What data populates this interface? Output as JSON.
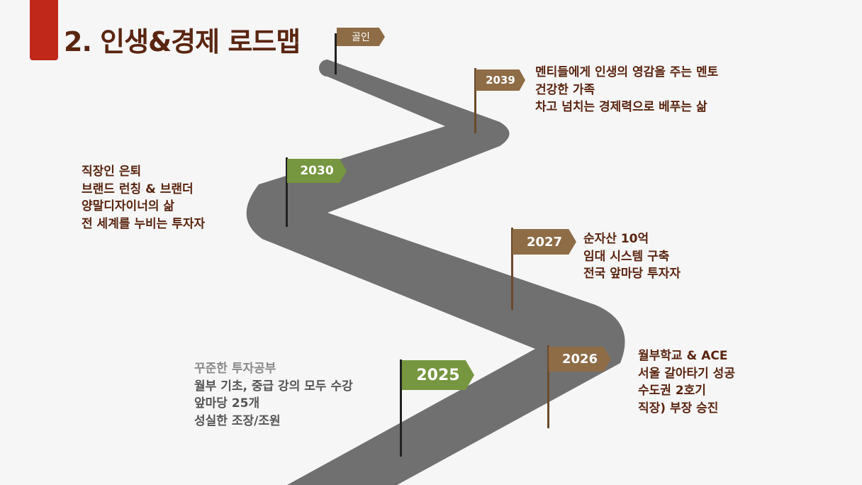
{
  "title": "2. 인생&경제 로드맵",
  "milestones": {
    "goal": {
      "label": "골인"
    },
    "y2039": {
      "label": "2039",
      "lines": [
        "멘티들에게 인생의 영감을 주는 멘토",
        "건강한 가족",
        "차고 넘치는 경제력으로 베푸는 삶"
      ]
    },
    "y2030": {
      "label": "2030",
      "lines": [
        "직장인 은퇴",
        "브랜드 런칭 & 브랜더",
        "양말디자이너의 삶",
        "전 세계를 누비는 투자자"
      ]
    },
    "y2027": {
      "label": "2027",
      "lines": [
        "순자산 10억",
        "임대 시스템 구축",
        "전국 앞마당 투자자"
      ]
    },
    "y2026": {
      "label": "2026",
      "lines": [
        "월부학교 & ACE",
        "서울 갈아타기 성공",
        "수도권 2호기",
        "직장) 부장 승진"
      ]
    },
    "y2025": {
      "label": "2025",
      "lines": [
        "꾸준한 투자공부",
        "월부 기초, 중급 강의 모두 수강",
        "앞마당 25개",
        "성실한 조장/조원"
      ]
    }
  },
  "colors": {
    "accent": "#c0281a",
    "title": "#5a2510",
    "road": "#707070",
    "flag_brown": "#8e6c46",
    "flag_green": "#76963f"
  }
}
